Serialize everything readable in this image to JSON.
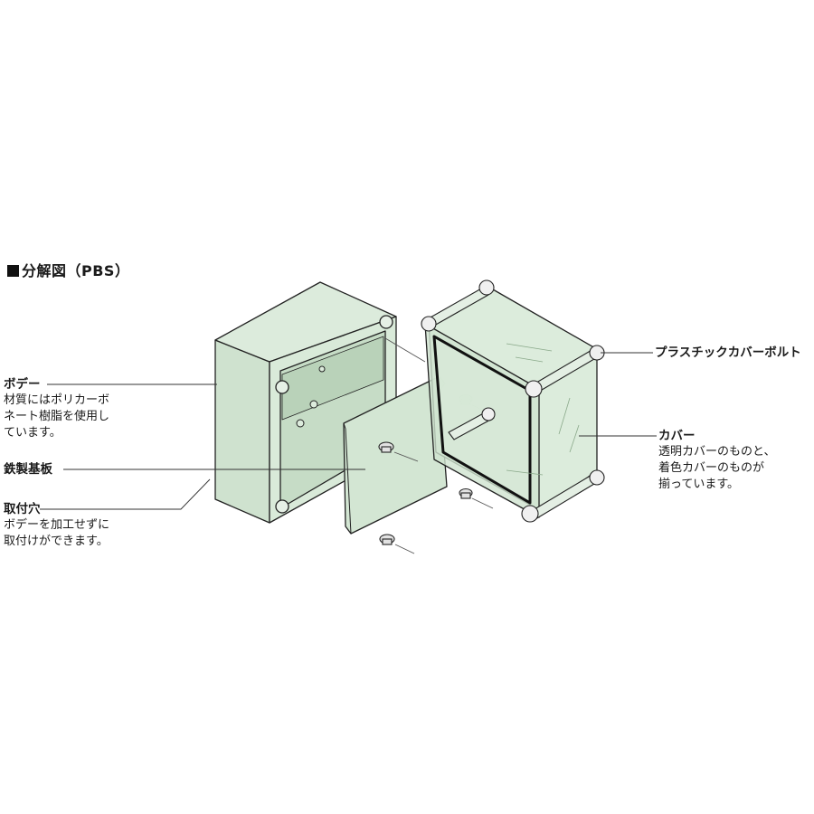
{
  "title": "分解図（PBS）",
  "labels": {
    "body": {
      "head": "ボデー",
      "desc": [
        "材質にはポリカーボ",
        "ネート樹脂を使用し",
        "ています。"
      ]
    },
    "plate": {
      "head": "鉄製基板"
    },
    "mount": {
      "head": "取付穴",
      "desc": [
        "ボデーを加工せずに",
        "取付けができます。"
      ]
    },
    "bolt": {
      "head": "プラスチックカバーボルト"
    },
    "cover": {
      "head": "カバー",
      "desc": [
        "透明カバーのものと、",
        "着色カバーのものが",
        "揃っています。"
      ]
    }
  },
  "colors": {
    "body_fill": "#d9ead9",
    "body_shade": "#c3d9c3",
    "cover_fill": "#d6e9d6",
    "outline": "#222222"
  }
}
